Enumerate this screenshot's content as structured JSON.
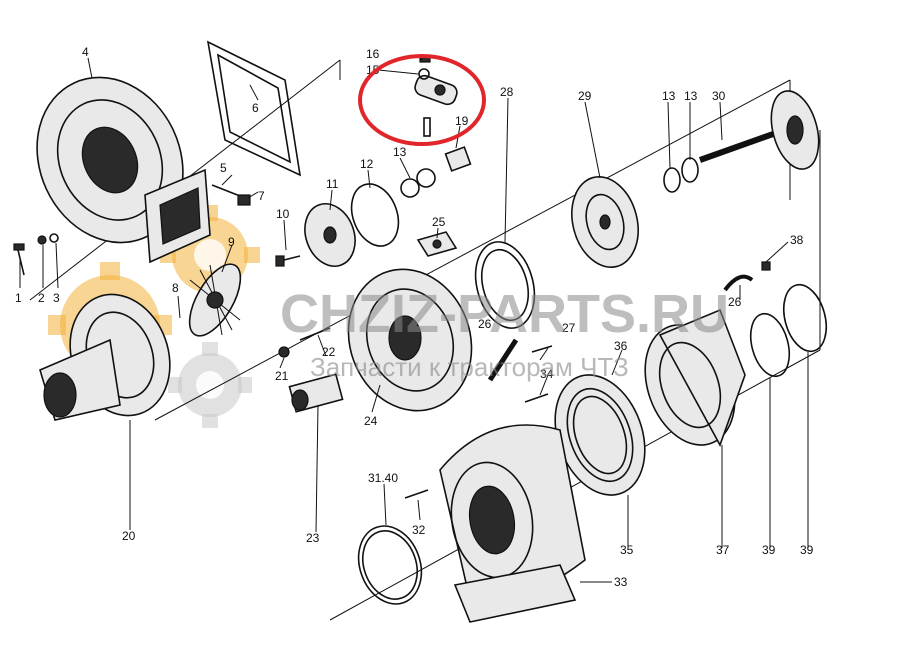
{
  "watermark": {
    "brand": "CHZIZ-PARTS.RU",
    "tagline": "Запчасти к тракторам ЧТЗ",
    "gear_color": "#f3b23a"
  },
  "highlight": {
    "color": "#e0262a",
    "target_label": "15"
  },
  "labels": {
    "l1": "1",
    "l2": "2",
    "l3": "3",
    "l4": "4",
    "l5": "5",
    "l6": "6",
    "l7": "7",
    "l8": "8",
    "l9": "9",
    "l10": "10",
    "l11": "11",
    "l12": "12",
    "l13a": "13",
    "l13b": "13",
    "l13c": "13",
    "l15": "15",
    "l16": "16",
    "l19": "19",
    "l20": "20",
    "l21": "21",
    "l22": "22",
    "l23": "23",
    "l24": "24",
    "l25": "25",
    "l26a": "26",
    "l26b": "26",
    "l27": "27",
    "l28": "28",
    "l29": "29",
    "l30": "30",
    "l31": "31.40",
    "l32": "32",
    "l33": "33",
    "l34": "34",
    "l35": "35",
    "l36": "36",
    "l37": "37",
    "l38": "38",
    "l39a": "39",
    "l39b": "39"
  }
}
